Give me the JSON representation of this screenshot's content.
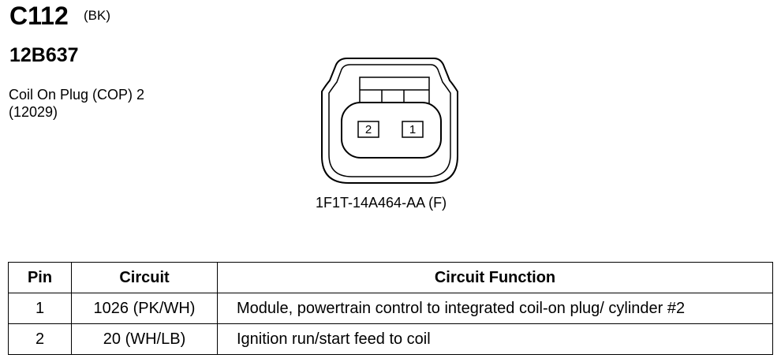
{
  "connector": {
    "id": "C112",
    "color": "(BK)",
    "part_number": "12B637",
    "component_name": "Coil On Plug (COP) 2",
    "component_code": "(12029)",
    "connector_part": "1F1T-14A464-AA (F)",
    "pin_labels": [
      "2",
      "1"
    ]
  },
  "table": {
    "headers": [
      "Pin",
      "Circuit",
      "Circuit Function"
    ],
    "rows": [
      {
        "pin": "1",
        "circuit": "1026 (PK/WH)",
        "function": "Module, powertrain control to integrated coil-on plug/ cylinder #2"
      },
      {
        "pin": "2",
        "circuit": "20 (WH/LB)",
        "function": "Ignition run/start feed to coil"
      }
    ]
  }
}
